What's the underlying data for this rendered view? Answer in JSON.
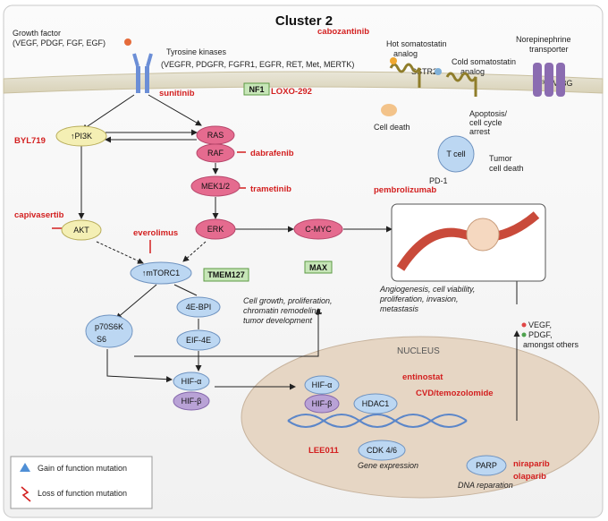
{
  "title": "Cluster 2",
  "labels": {
    "growth_factor": "Growth factor",
    "growth_factor_list": "(VEGF, PDGF, FGF, EGF)",
    "tyrosine_kinases": "Tyrosine kinases",
    "tk_list": "(VEGFR, PDGFR, FGFR1, EGFR, RET, Met, MERTK)",
    "hot_somatostatin": "Hot somatostatin",
    "cold_somatostatin": "Cold somatostatin",
    "analog": "analog",
    "sstr2": "SSTR2",
    "ne_transporter": "Norepinephrine",
    "transporter": "transporter",
    "mibg": "¹³¹I-MIBG",
    "cell_death": "Cell death",
    "apoptosis": "Apoptosis/",
    "cell_cycle": "cell cycle",
    "arrest": "arrest",
    "pd1": "PD-1",
    "tumor": "Tumor",
    "cell_death_lower": "cell death",
    "nucleus": "NUCLEUS",
    "vegf": "VEGF,",
    "pdgf": "PDGF,",
    "amongst": "amongst others"
  },
  "drugs": {
    "sunitinib": "sunitinib",
    "cabozantinib": "cabozantinib",
    "loxo": "LOXO-292",
    "byl719": "BYL719",
    "capivasertib": "capivasertib",
    "everolimus": "everolimus",
    "dabrafenib": "dabrafenib",
    "trametinib": "trametinib",
    "pembrolizumab": "pembrolizumab",
    "entinostat": "entinostat",
    "cvd": "CVD/temozolomide",
    "lee011": "LEE011",
    "niraparib": "niraparib",
    "olaparib": "olaparib"
  },
  "nodes": {
    "pi3k": "↑PI3K",
    "ras": "RAS",
    "raf": "RAF",
    "mek": "MEK1/2",
    "erk": "ERK",
    "cmyc": "C-MYC",
    "akt": "AKT",
    "mtorc1": "↑mTORC1",
    "p70s6k": "p70S6K",
    "s6": "S6",
    "ebp1": "4E-BPI",
    "eif4e": "EIF-4E",
    "hif_alpha": "HIF-α",
    "hif_beta": "HIF-β",
    "hdac1": "HDAC1",
    "cdk46": "CDK 4/6",
    "parp": "PARP",
    "t_cell": "T cell"
  },
  "boxes": {
    "nf1": "NF1",
    "tmem127": "TMEM127",
    "max": "MAX"
  },
  "text": {
    "growth1": "Cell growth, proliferation,",
    "growth2": "chromatin remodeling,",
    "growth3": "tumor development",
    "ang1": "Angiogenesis, cell viability,",
    "ang2": "proliferation, invasion,",
    "ang3": "metastasis",
    "gene_expression": "Gene expression",
    "dna_reparation": "DNA reparation"
  },
  "legend": {
    "gain": "Gain of function mutation",
    "loss": "Loss of function mutation"
  },
  "colors": {
    "drug_red": "#d32020",
    "pi3k_yellow": "#f4efb4",
    "ras_pink": "#e56b8f",
    "mtor_blue": "#bcd7f2",
    "hif_beta_purple": "#b9a2d6",
    "box_green": "#c7e6b8"
  }
}
